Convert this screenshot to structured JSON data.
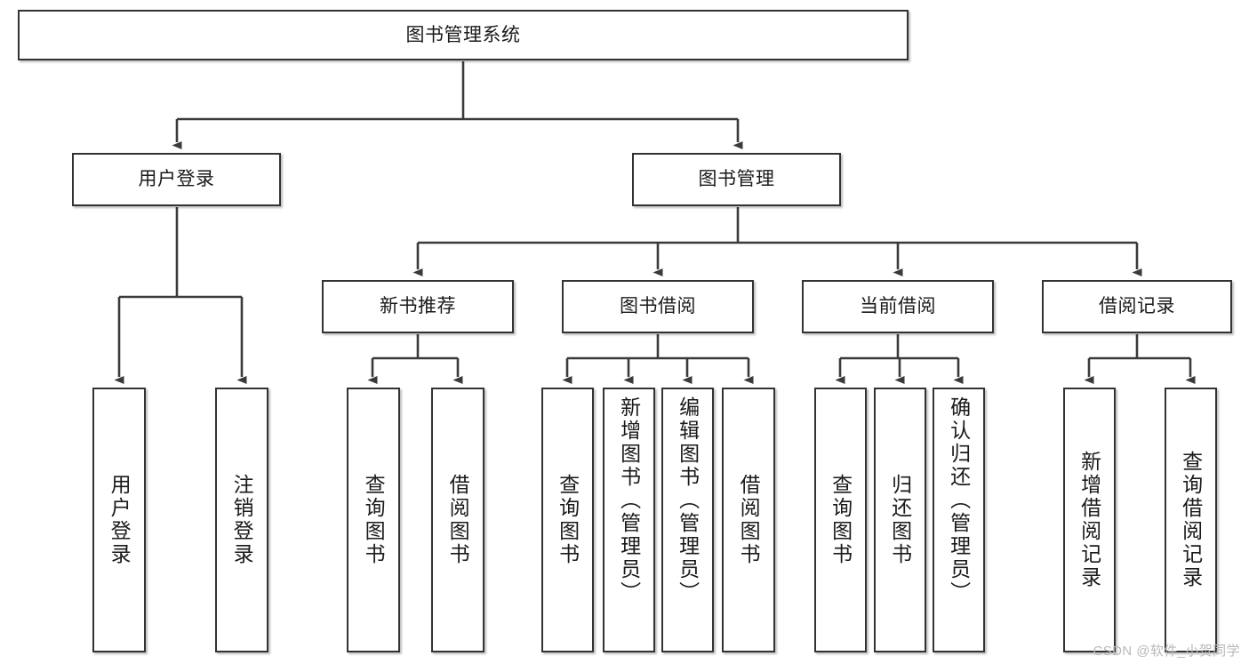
{
  "diagram": {
    "type": "hierarchy-tree",
    "title": "图书管理系统",
    "root": {
      "label": "图书管理系统"
    },
    "level2": [
      {
        "label": "用户登录"
      },
      {
        "label": "图书管理"
      }
    ],
    "level3": [
      {
        "label": "新书推荐"
      },
      {
        "label": "图书借阅"
      },
      {
        "label": "当前借阅"
      },
      {
        "label": "借阅记录"
      }
    ],
    "leaves": {
      "user_login": [
        {
          "label": "用户登录"
        },
        {
          "label": "注销登录"
        }
      ],
      "new_book_recommend": [
        {
          "label": "查询图书"
        },
        {
          "label": "借阅图书"
        }
      ],
      "book_borrow": [
        {
          "label": "查询图书"
        },
        {
          "label": "新增图书（管理员）"
        },
        {
          "label": "编辑图书（管理员）"
        },
        {
          "label": "借阅图书"
        }
      ],
      "current_borrow": [
        {
          "label": "查询图书"
        },
        {
          "label": "归还图书"
        },
        {
          "label": "确认归还（管理员）"
        }
      ],
      "borrow_record": [
        {
          "label": "新增借阅记录"
        },
        {
          "label": "查询借阅记录"
        }
      ]
    }
  },
  "watermark": {
    "text": "CSDN @软件_小贺同学"
  },
  "colors": {
    "border": "#333333",
    "box_fill": "#ffffff",
    "connector": "#3a3a3a",
    "text": "#1a1a1a",
    "watermark": "#b9b9b9",
    "background": "#ffffff"
  }
}
